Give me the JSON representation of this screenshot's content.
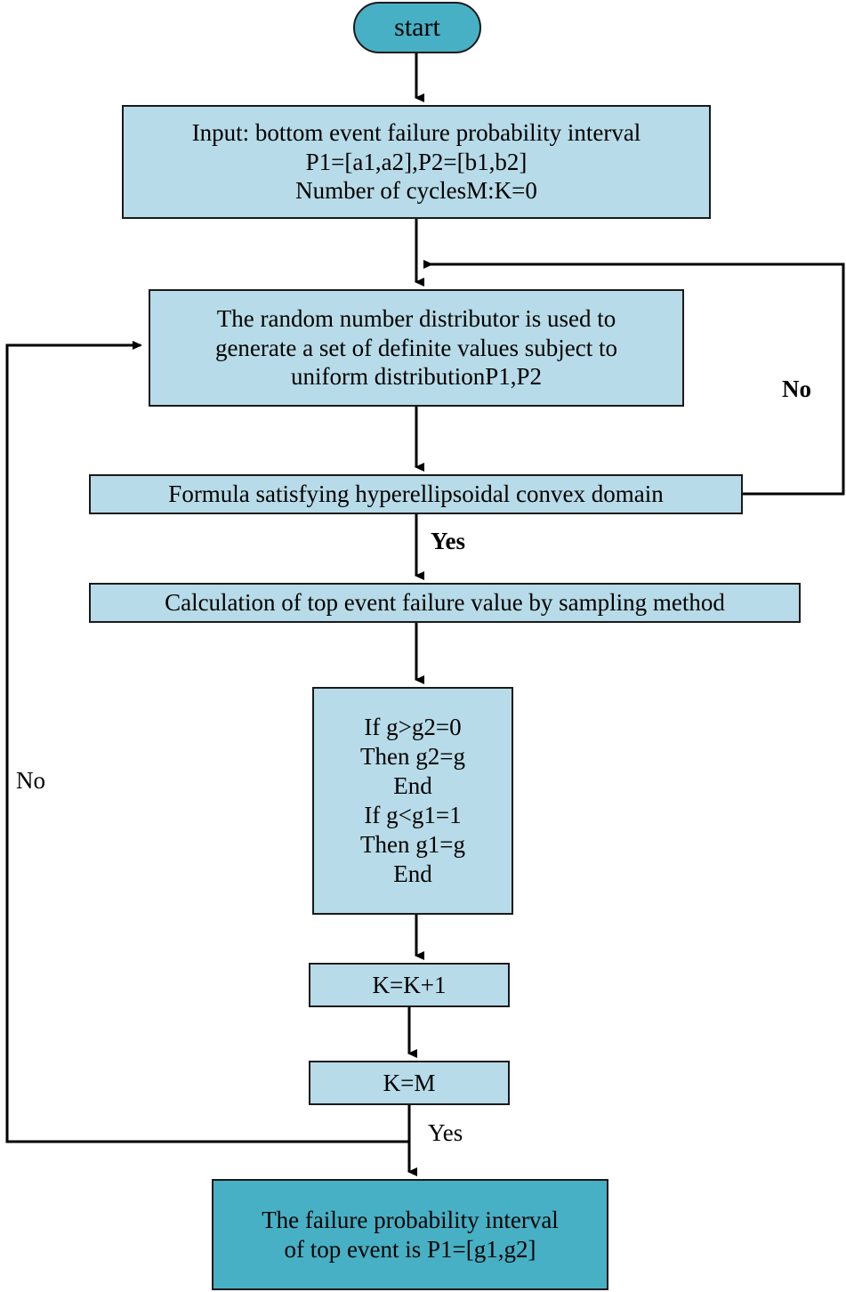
{
  "diagram": {
    "title": "Monte Carlo interval failure probability flowchart",
    "colors": {
      "terminator_fill": "#47b0c4",
      "process_fill": "#b7dbe8",
      "stroke": "#1a1a1a",
      "background": "#ffffff"
    },
    "nodes": {
      "start": {
        "label": "start",
        "shape": "terminator"
      },
      "input": {
        "label": "Input: bottom event failure probability interval\nP1=[a1,a2],P2=[b1,b2]\nNumber of cyclesM:K=0",
        "shape": "process"
      },
      "random": {
        "label": "The random number distributor is used to\ngenerate a set of definite values subject to\nuniform distributionP1,P2",
        "shape": "process"
      },
      "formula": {
        "label": "Formula satisfying hyperellipsoidal convex domain",
        "shape": "decision"
      },
      "calculation": {
        "label": "Calculation of top event failure value by sampling method",
        "shape": "process"
      },
      "condition": {
        "label": "If g>g2=0\nThen g2=g\nEnd\nIf g<g1=1\nThen g1=g\nEnd",
        "shape": "process"
      },
      "k_increment": {
        "label": "K=K+1",
        "shape": "process"
      },
      "k_check": {
        "label": "K=M",
        "shape": "decision"
      },
      "end": {
        "label": "The failure probability interval\nof top event is P1=[g1,g2]",
        "shape": "terminator"
      }
    },
    "edge_labels": {
      "no_right": "No",
      "yes_middle": "Yes",
      "no_left": "No",
      "yes_bottom": "Yes"
    }
  }
}
